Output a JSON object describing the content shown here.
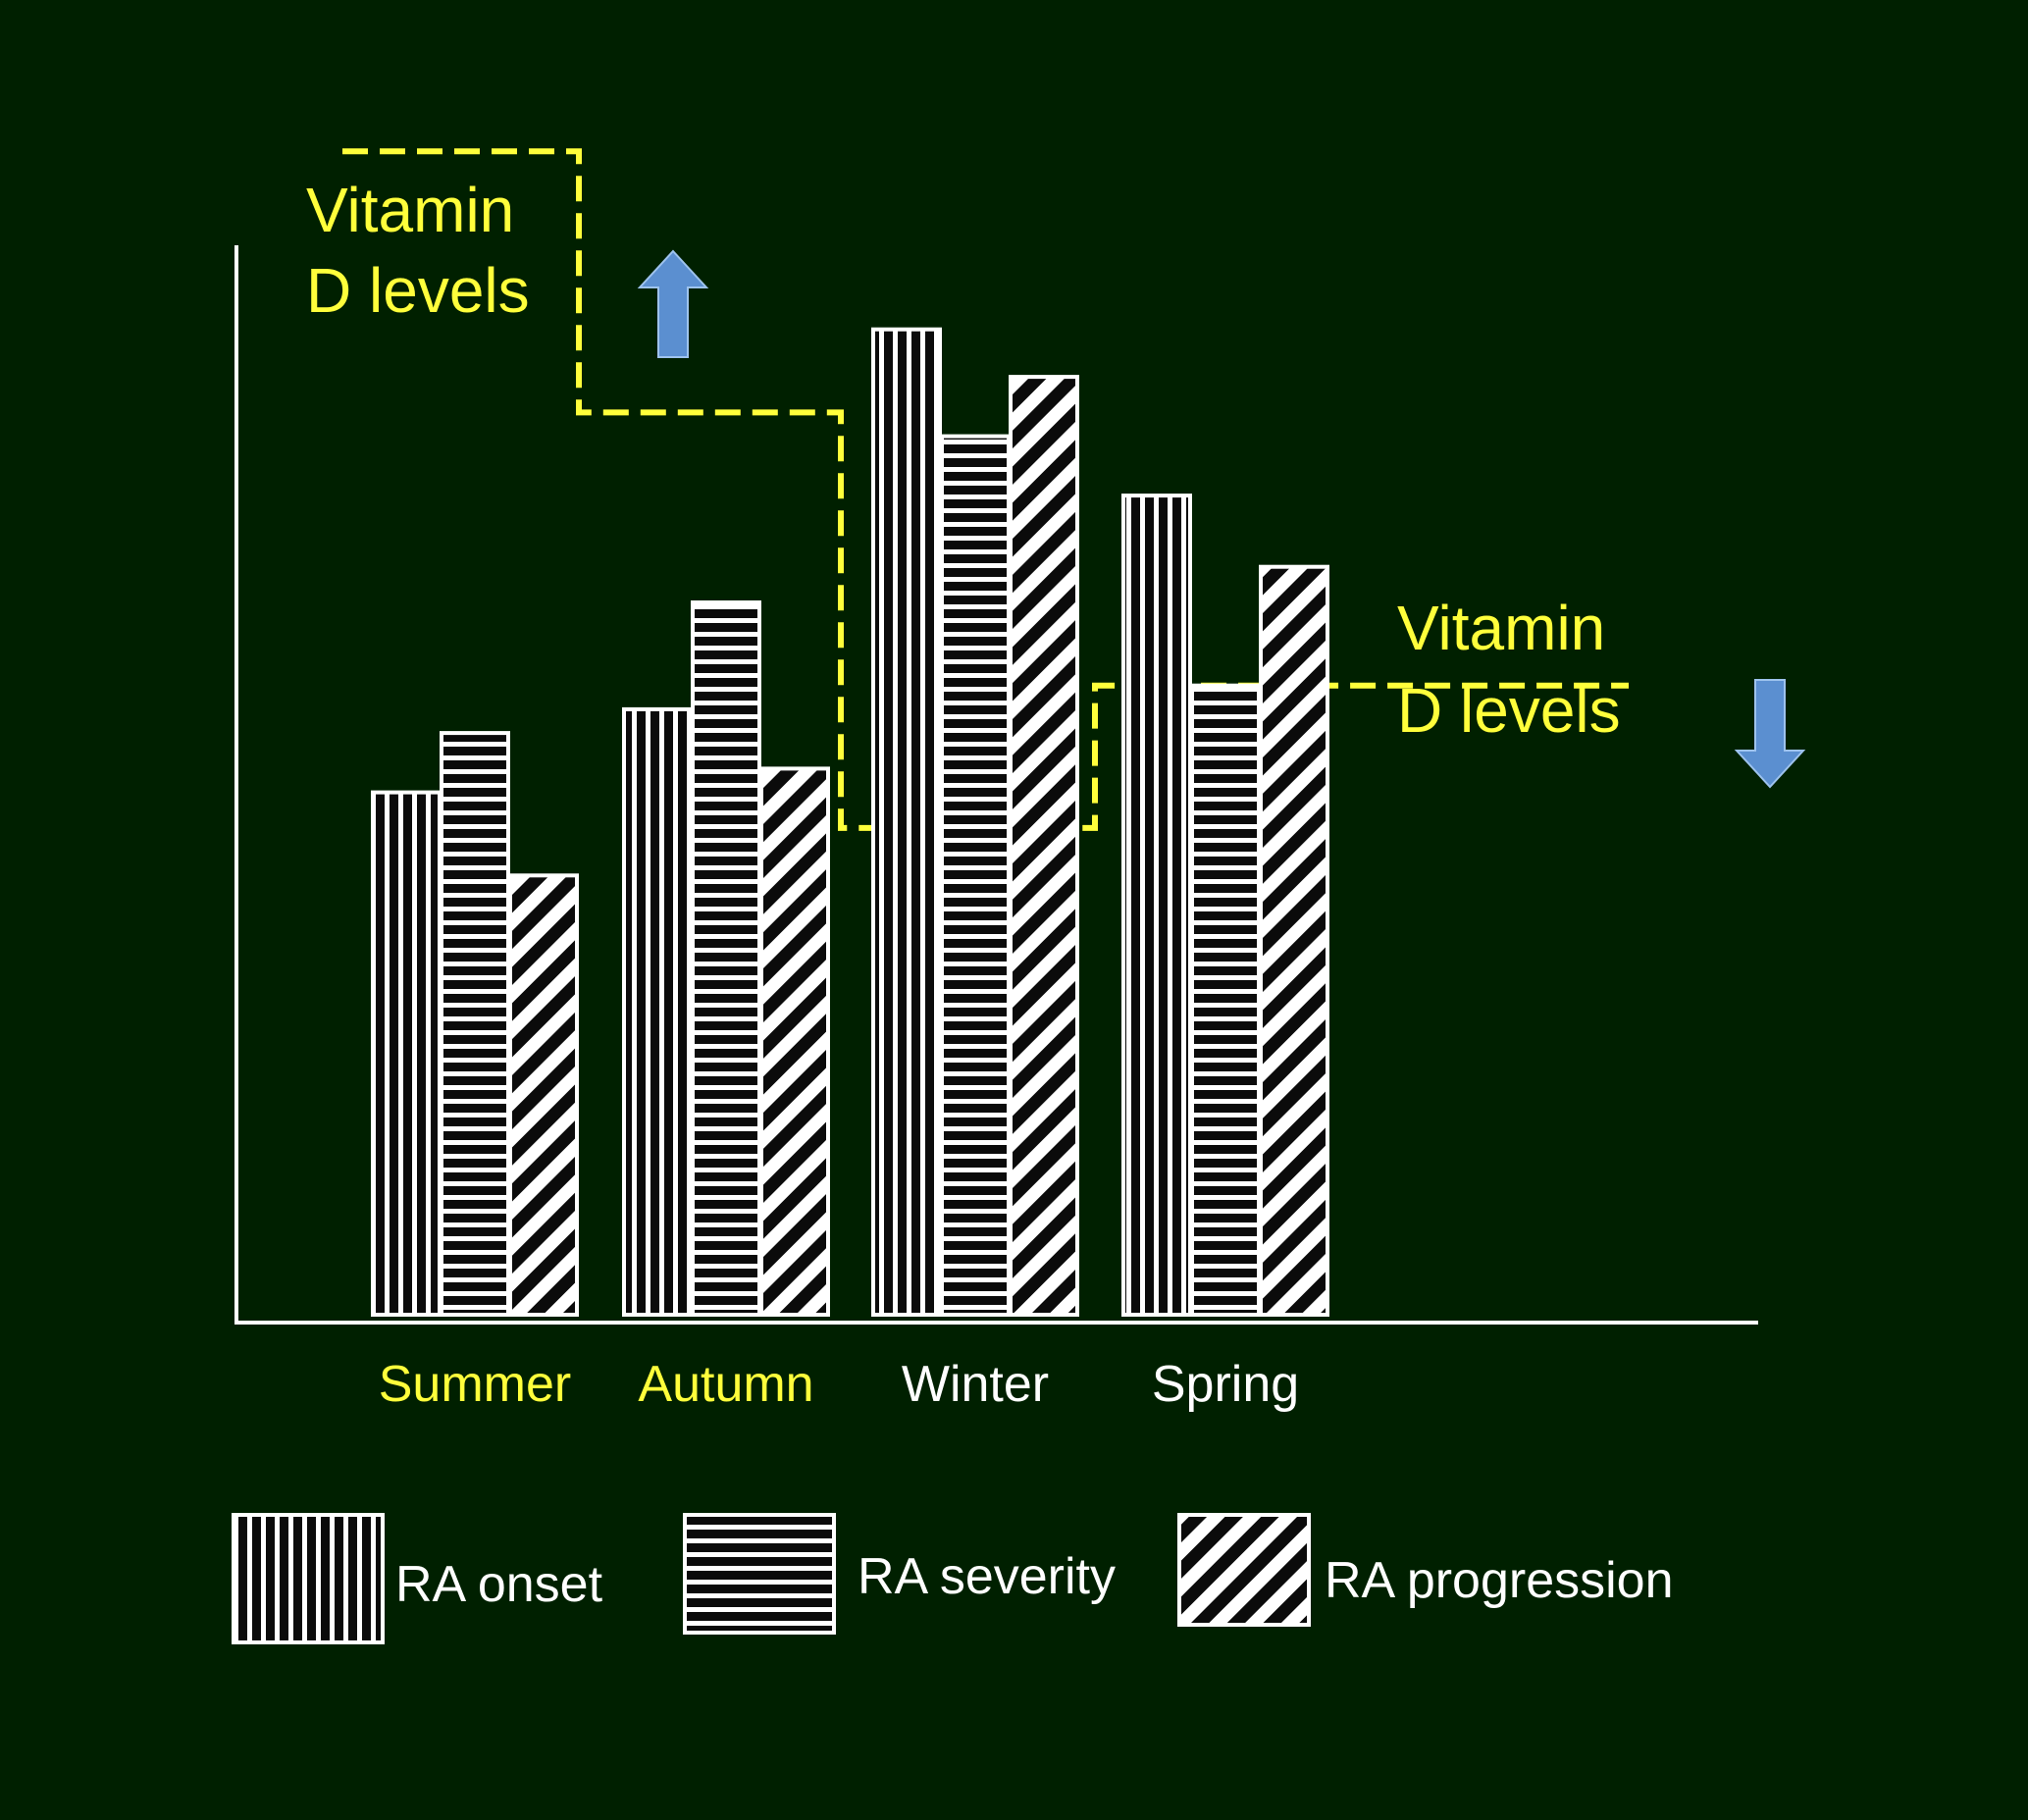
{
  "chart_data": {
    "type": "bar",
    "categories": [
      "Summer",
      "Autumn",
      "Winter",
      "Spring"
    ],
    "category_colors": [
      "#ffff3b",
      "#ffff3b",
      "#ffffff",
      "#ffffff"
    ],
    "series": [
      {
        "name": "RA onset",
        "pattern": "vertical",
        "values": [
          44,
          51,
          83,
          69
        ]
      },
      {
        "name": "RA severity",
        "pattern": "horizontal",
        "values": [
          49,
          60,
          74,
          53
        ]
      },
      {
        "name": "RA progression",
        "pattern": "diagonal",
        "values": [
          37,
          46,
          79,
          63
        ]
      }
    ],
    "vitamin_d_levels": {
      "label": "Vitamin D levels",
      "label_lines": [
        "Vitamin",
        "D levels"
      ],
      "trend_high": "up",
      "trend_low": "down",
      "values": [
        98,
        76,
        41,
        53
      ],
      "color": "#ffff3b"
    },
    "legend_position": "bottom",
    "ylim": [
      0,
      110
    ],
    "grid": false,
    "colors": {
      "background": "#002000",
      "bar_stroke": "#ffffff",
      "axis": "#ffffff",
      "arrow": "#5b8fd0"
    }
  }
}
